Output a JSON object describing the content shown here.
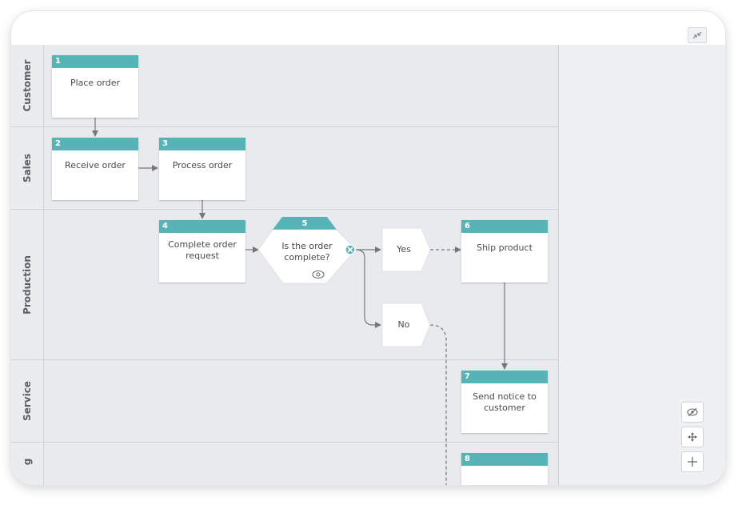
{
  "lanes": [
    {
      "label": "Customer"
    },
    {
      "label": "Sales"
    },
    {
      "label": "Production"
    },
    {
      "label": "Service"
    },
    {
      "label": "g"
    }
  ],
  "tasks": [
    {
      "number": "1",
      "label": "Place order"
    },
    {
      "number": "2",
      "label": "Receive order"
    },
    {
      "number": "3",
      "label": "Process order"
    },
    {
      "number": "4",
      "label": "Complete order request"
    },
    {
      "number": "6",
      "label": "Ship product"
    },
    {
      "number": "7",
      "label": "Send notice to customer"
    },
    {
      "number": "8",
      "label": ""
    }
  ],
  "decision": {
    "number": "5",
    "label": "Is the order complete?"
  },
  "outcomes": {
    "yes": "Yes",
    "no": "No"
  },
  "colors": {
    "task_header": "#56b3b6",
    "lane_bg": "#e9eaed",
    "connector": "#777777"
  },
  "toolbar_icons": [
    "hide-icon",
    "move-icon",
    "zoom-in-icon"
  ]
}
